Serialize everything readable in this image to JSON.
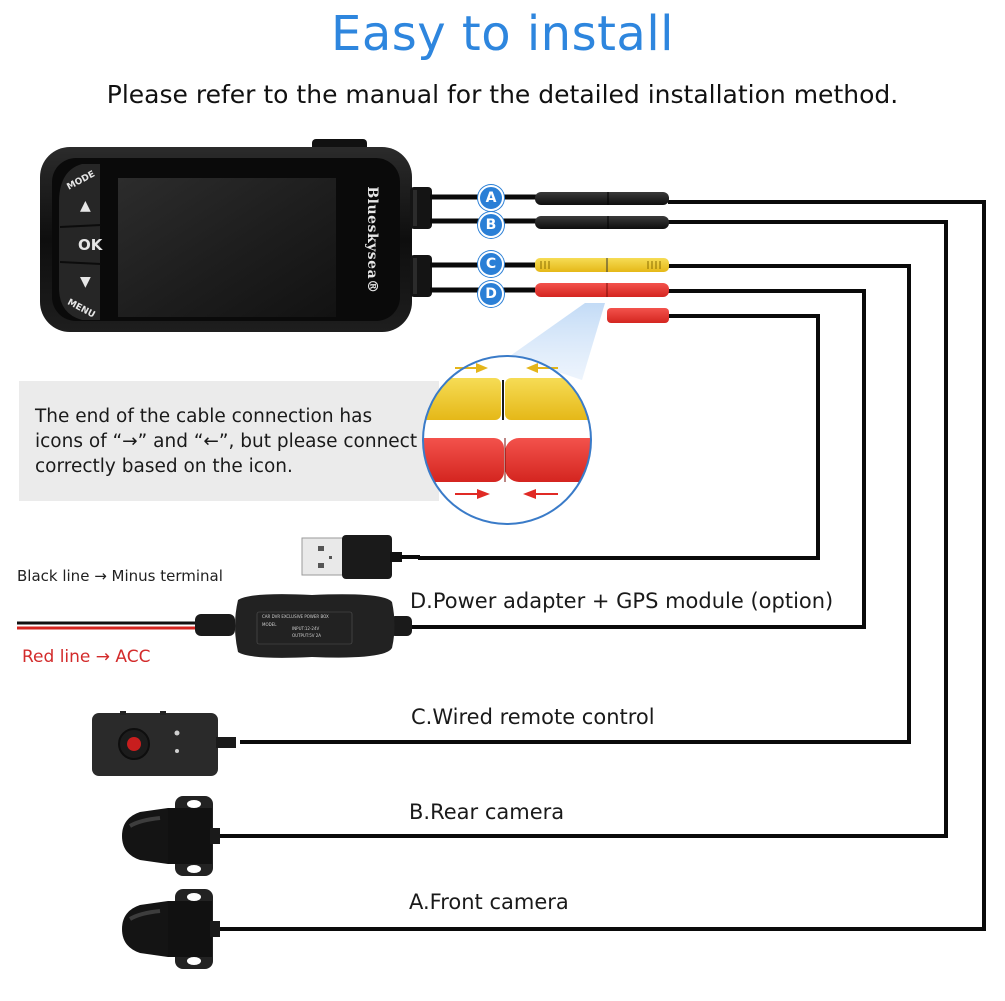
{
  "header": {
    "title": "Easy to install",
    "subtitle": "Please refer to the manual for the detailed installation method."
  },
  "dashcam": {
    "brand": "Blueskysea®",
    "buttons": {
      "mode": "MODE",
      "up": "▲",
      "ok": "OK",
      "down": "▼",
      "menu": "MENU"
    }
  },
  "ports": [
    {
      "letter": "A",
      "connector_color": "#1b1b1b"
    },
    {
      "letter": "B",
      "connector_color": "#1b1b1b"
    },
    {
      "letter": "C",
      "connector_color": "#f2d130"
    },
    {
      "letter": "D",
      "connector_color": "#e8332f"
    }
  ],
  "note": {
    "text": "The end of the cable connection has icons of “→” and “←”, but please connect correctly based on the icon."
  },
  "power": {
    "black_line_label": "Black line → Minus terminal",
    "red_line_label": "Red line → ACC",
    "box_title": "CAR DVR EXCLUSIVE POWER BOX",
    "box_model": "MODEL",
    "box_input": "INPUT:12-24V",
    "box_output": "OUTPUT:5V 2A"
  },
  "components": {
    "d_label": "D.Power adapter + GPS module (option)",
    "c_label": "C.Wired remote control",
    "b_label": "B.Rear camera",
    "a_label": "A.Front camera"
  },
  "colors": {
    "title": "#2e86de",
    "badge": "#2a7fd6",
    "yellow": "#f2d130",
    "red": "#e8332f",
    "red_text": "#d32b2b",
    "note_bg": "#ebebeb"
  }
}
